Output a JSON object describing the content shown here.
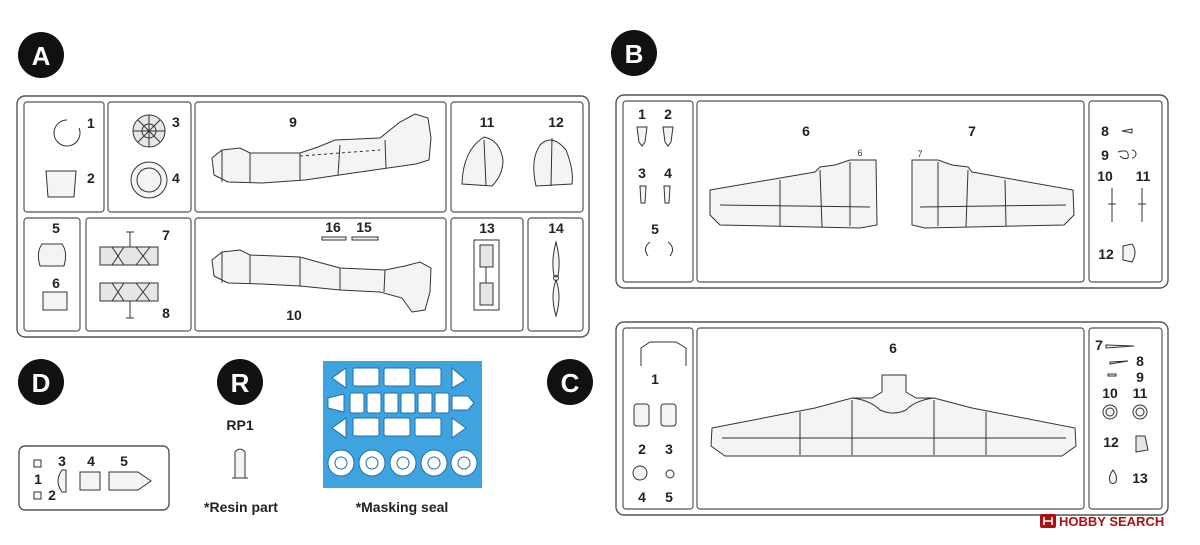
{
  "sprues": {
    "a": {
      "badge": "A",
      "labels": {
        "p1": "1",
        "p2": "2",
        "p3": "3",
        "p4": "4",
        "p5": "5",
        "p6": "6",
        "p7": "7",
        "p8": "8",
        "p9": "9",
        "p10": "10",
        "p11": "11",
        "p12": "12",
        "p13": "13",
        "p14": "14",
        "p15": "15",
        "p16": "16"
      }
    },
    "b": {
      "badge": "B",
      "labels": {
        "p1": "1",
        "p2": "2",
        "p3": "3",
        "p4": "4",
        "p5": "5",
        "p6": "6",
        "p7": "7",
        "p8": "8",
        "p9": "9",
        "p10": "10",
        "p11": "11",
        "p12": "12",
        "p6small": "6",
        "p7small": "7"
      }
    },
    "c": {
      "badge": "C",
      "labels": {
        "p1": "1",
        "p2": "2",
        "p3": "3",
        "p4": "4",
        "p5": "5",
        "p6": "6",
        "p7": "7",
        "p8": "8",
        "p9": "9",
        "p10": "10",
        "p11": "11",
        "p12": "12",
        "p13": "13"
      }
    },
    "d": {
      "badge": "D",
      "labels": {
        "p1": "1",
        "p2": "2",
        "p3": "3",
        "p4": "4",
        "p5": "5"
      }
    },
    "r": {
      "badge": "R",
      "part_label": "RP1",
      "caption": "*Resin part"
    }
  },
  "masking": {
    "caption": "*Masking seal"
  },
  "watermark": {
    "brand": "HOBBY SEARCH",
    "icon": "hobby-search-logo-icon"
  },
  "colors": {
    "badge": "#111111",
    "mask": "#3fa3e0",
    "frame": "#555555"
  }
}
